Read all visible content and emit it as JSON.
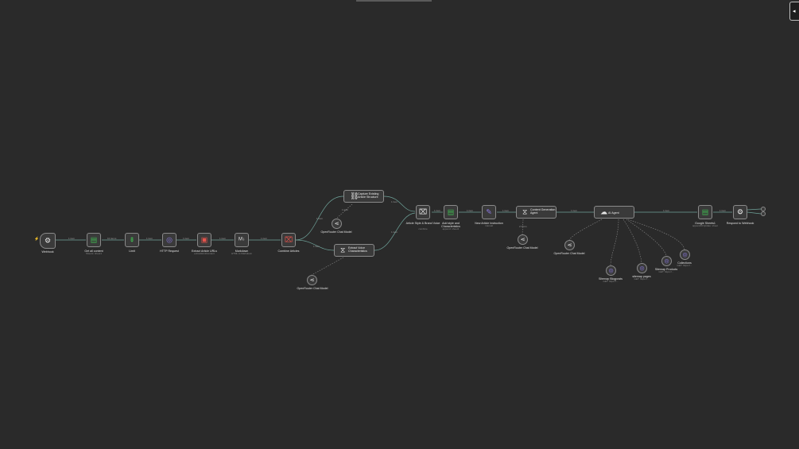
{
  "app": {
    "panel_toggle_glyph": "◂",
    "trigger_marker": "⚡"
  },
  "colors": {
    "canvas": "#2a2a2a",
    "node_border": "#8a8a8a",
    "connection": "#6fa39a",
    "green": "#3fb950",
    "red": "#e5534b",
    "purple": "#8c7ae6"
  },
  "nodes": {
    "webhook": {
      "label": "Webhook",
      "icon": "webhook-icon",
      "glyph": "⚙"
    },
    "get_content": {
      "label": "Get all content",
      "sub": "Sheets: sheet1",
      "icon": "sheets-icon",
      "glyph": "▤"
    },
    "limit": {
      "label": "Limit",
      "icon": "limit-icon",
      "glyph": "⇟"
    },
    "http": {
      "label": "HTTP Request",
      "icon": "globe-icon",
      "glyph": "◎"
    },
    "extract_urls": {
      "label": "Extract Article URLs",
      "sub": "extractHtmlContent",
      "icon": "html-icon",
      "glyph": "▣"
    },
    "markdown": {
      "label": "Markdown",
      "sub": "HTML to Markdown",
      "icon": "markdown-icon",
      "glyph": "M↓"
    },
    "combine": {
      "label": "Combine Articles",
      "icon": "merge-icon",
      "glyph": "⌧"
    },
    "capture": {
      "label": "Capture Existing Article Structure",
      "icon": "link-icon",
      "glyph": "⛓"
    },
    "chat_model_1": {
      "label": "OpenRouter Chat Model",
      "icon": "openrouter-icon",
      "glyph": "⋖"
    },
    "extract_voice": {
      "label": "Extract Voice Characteristics",
      "icon": "chain-icon",
      "glyph": "⧖"
    },
    "chat_model_2": {
      "label": "OpenRouter Chat Model",
      "icon": "openrouter-icon",
      "glyph": "⋖"
    },
    "brand_voice": {
      "label": "Article Style & Brand Voice",
      "sub": "combine",
      "icon": "merge-icon",
      "glyph": "⌧"
    },
    "add_style": {
      "label": "Add style and Characteristics",
      "sub": "append: sheet1",
      "icon": "sheets-icon",
      "glyph": "▤"
    },
    "new_instruction": {
      "label": "New Article Instruction",
      "sub": "manual",
      "icon": "pencil-icon",
      "glyph": "✎"
    },
    "content_agent": {
      "label": "Content Generation Agent",
      "icon": "chain-icon",
      "glyph": "⧖"
    },
    "chat_model_3": {
      "label": "OpenRouter Chat Model",
      "icon": "openrouter-icon",
      "glyph": "⋖"
    },
    "ai_agent": {
      "label": "AI Agent",
      "icon": "robot-icon",
      "glyph": "☁"
    },
    "chat_model_4": {
      "label": "OpenRouter Chat Model",
      "icon": "openrouter-icon",
      "glyph": "⋖"
    },
    "sitemap_blogposts": {
      "label": "Sitemap Blogposts",
      "sub": "GET: https://...",
      "icon": "globe-icon",
      "glyph": "◎"
    },
    "sitemap_pages": {
      "label": "sitemap pages",
      "sub": "GET: https://...",
      "icon": "globe-icon",
      "glyph": "◎"
    },
    "sitemap_products": {
      "label": "Sitemap Products",
      "sub": "GET: https://...",
      "icon": "globe-icon",
      "glyph": "◎"
    },
    "collections": {
      "label": "Collections",
      "sub": "GET: https://...",
      "icon": "globe-icon",
      "glyph": "◎"
    },
    "google_sheets": {
      "label": "Google Sheets1",
      "sub": "appendOrUpdate: sheet",
      "icon": "sheets-icon",
      "glyph": "▤"
    },
    "respond": {
      "label": "Respond to Webhook",
      "icon": "respond-icon",
      "glyph": "⚙"
    }
  },
  "edges": {
    "item": "1 item",
    "items": "10 items",
    "items2": "2 items"
  }
}
